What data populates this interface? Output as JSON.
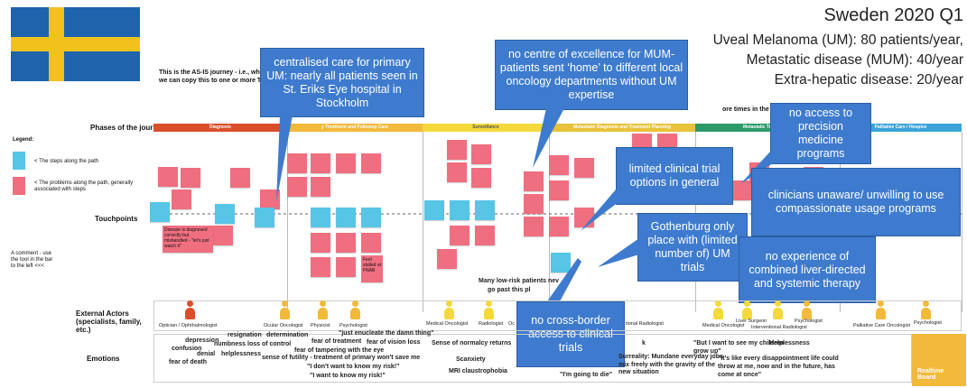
{
  "header": {
    "title": "Sweden 2020 Q1",
    "stats": [
      "Uveal Melanoma (UM): 80 patients/year,",
      "Metastatic disease (MUM): 40/year",
      "Extra-hepatic disease: 20/year"
    ]
  },
  "flag": {
    "blue": "#1f63ad",
    "yellow": "#f1c21b"
  },
  "intro": {
    "line1": "This is the AS-IS journey - i.e., what ha",
    "line2": "we can copy this to one or more TO-BI",
    "right": "ore times in the journey"
  },
  "left": {
    "phases_label": "Phases of the journey",
    "legend_label": "Legend:",
    "legend_steps": "< The steps along the path",
    "legend_problems": "< The problems along the path, generally associated with steps",
    "touchpoints": "Touchpoints",
    "comment": "A comment - use the tool in the bar to the left <<<",
    "external_actors": "External Actors (specialists, family, etc.)",
    "emotions": "Emotions"
  },
  "phases": [
    {
      "label": "Diagnosis",
      "color": "#d94f2b"
    },
    {
      "label": "y Treatment and Followup Care",
      "color": "#f2b93b"
    },
    {
      "label": "Surveillance",
      "color": "#f4d93b"
    },
    {
      "label": "Metastatic Diagnosis and Treatment Planning",
      "color": "#e8c23a"
    },
    {
      "label": "Metastatic Treatment a",
      "color": "#2e9a6a"
    },
    {
      "label": "Palliative Care / Hospice",
      "color": "#3aa4d8"
    }
  ],
  "callouts": {
    "centralised": "centralised care for primary UM: nearly all patients seen in St. Eriks Eye hospital in Stockholm",
    "no_centre": "no centre of excellence for MUM- patients sent ‘home’ to different local oncology departments without UM expertise",
    "precision": "no access to precision medicine programs",
    "limited_trials": "limited clinical trial options in general",
    "compassionate": "clinicians unaware/ unwilling to use compassionate usage programs",
    "gothenburg": "Gothenburg only place with (limited number of) UM trials",
    "combined": "no experience of combined liver-directed and systemic therapy",
    "cross_border": "no cross-border access to clinical trials"
  },
  "notes": {
    "low_risk": "Many low-risk patients nev",
    "low_risk2": "go past this pl",
    "touch1": "Disease is diagnosed correctly but mishandled - \"let's just watch it\"",
    "touch2": "Feel stalled at FNAB"
  },
  "actors": [
    "Optician / Ophthalmologist",
    "Ocular Oncologist",
    "Physicist",
    "Psychologist",
    "Medical Oncologist",
    "Radiologist",
    "Oc",
    "tional Radiologist",
    "Medical Oncologist",
    "Liver Surgeon",
    "Interventional Radiologist",
    "Psychologist",
    "Palliative Care Oncologist",
    "Psychologist"
  ],
  "emotions": [
    "depression",
    "confusion",
    "numbness",
    "denial",
    "helplessness",
    "fear of death",
    "resignation",
    "loss of control",
    "determination",
    "\"just enucleate the damn thing\"",
    "fear of treatment",
    "fear of vision loss",
    "fear of tampering with the eye",
    "sense of futility - treatment of primary won't save me",
    "\"I don't want to know my risk!\"",
    "\"I want to know my risk!\"",
    "Sense of normalcy returns",
    "Scanxiety",
    "MRI claustrophobia",
    "k",
    "\"I'm going to die\"",
    "Surreality: Mundane everyday jobs mix freely with the gravity of the new situation",
    "\"But I want to see my children grow up\"",
    "Helplessness",
    "\"It's like every disappointment life could throw at me, now and in the future, has come at once\""
  ],
  "brand": "Realtime Board"
}
